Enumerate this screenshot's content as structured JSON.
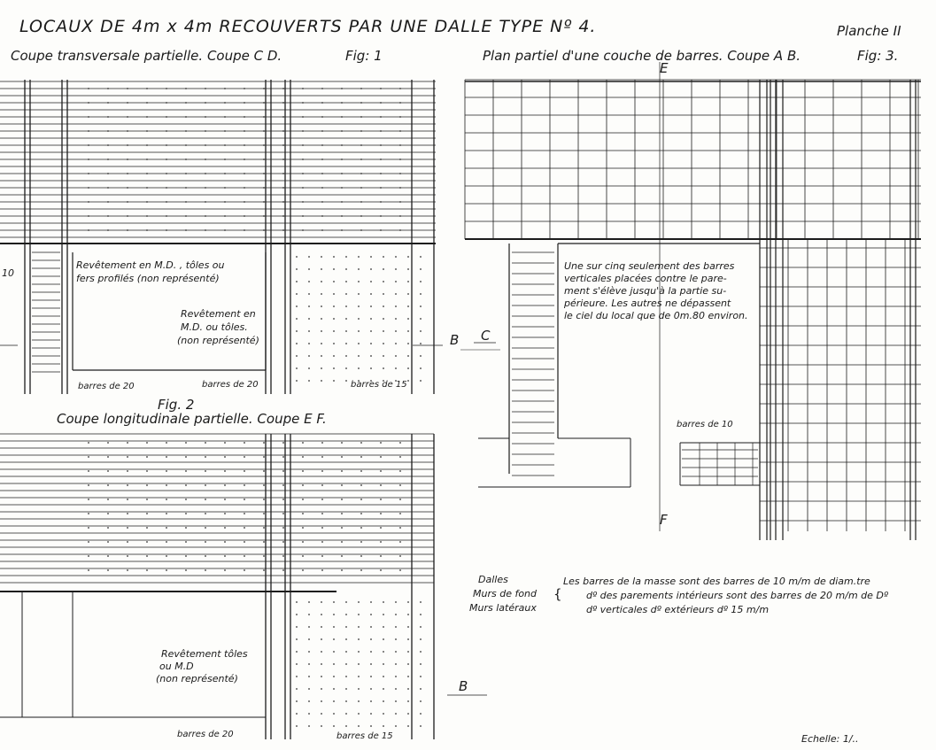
{
  "title": "LOCAUX DE 4m x 4m RECOUVERTS  PAR UNE DALLE TYPE Nº 4.",
  "plate": "Planche II",
  "fig1": {
    "caption": "Coupe transversale partielle. Coupe C D.",
    "fig_label": "Fig: 1",
    "note1_line1": "Revêtement en M.D.   , tôles ou",
    "note1_line2": "fers profilés (non représenté)",
    "note2_line1": "Revêtement en",
    "note2_line2": "M.D.    ou tôles.",
    "note2_line3": "(non représenté)",
    "bars_left": "barres de 20",
    "bars_mid": "barres de 20",
    "bars_right": "barres de 15",
    "bar_10": "10",
    "section_mark": "B"
  },
  "fig2": {
    "fig_label": "Fig. 2",
    "caption": "Coupe longitudinale partielle. Coupe E F.",
    "note_line1": "Revêtement tôles",
    "note_line2": "ou M.D",
    "note_line3": "(non représenté)",
    "bars_left": "barres de 20",
    "bars_right": "barres de 15",
    "section_mark": "B"
  },
  "fig3": {
    "caption": "Plan partiel d'une couche de barres. Coupe A B.",
    "fig_label": "Fig: 3.",
    "mark_e": "E",
    "mark_f": "F",
    "mark_c": "C",
    "note": [
      "Une sur cinq    seulement des barres",
      "verticales   placées contre le pare-",
      "ment s'élève jusqu'à la partie su-",
      "périeure. Les autres ne dépassent",
      "le ciel du local que de 0m.80 environ."
    ],
    "bars_10": "barres de 10"
  },
  "legend": {
    "labels": [
      "Dalles",
      "Murs de fond",
      "Murs latéraux"
    ],
    "lines": [
      "Les barres de la masse sont des barres de 10 m/m de diam.tre",
      "dº        des parements intérieurs sont des barres de 20 m/m de Dº",
      "dº verticales  dº         extérieurs            dº            15 m/m"
    ]
  },
  "scale": "Echelle: 1/.."
}
